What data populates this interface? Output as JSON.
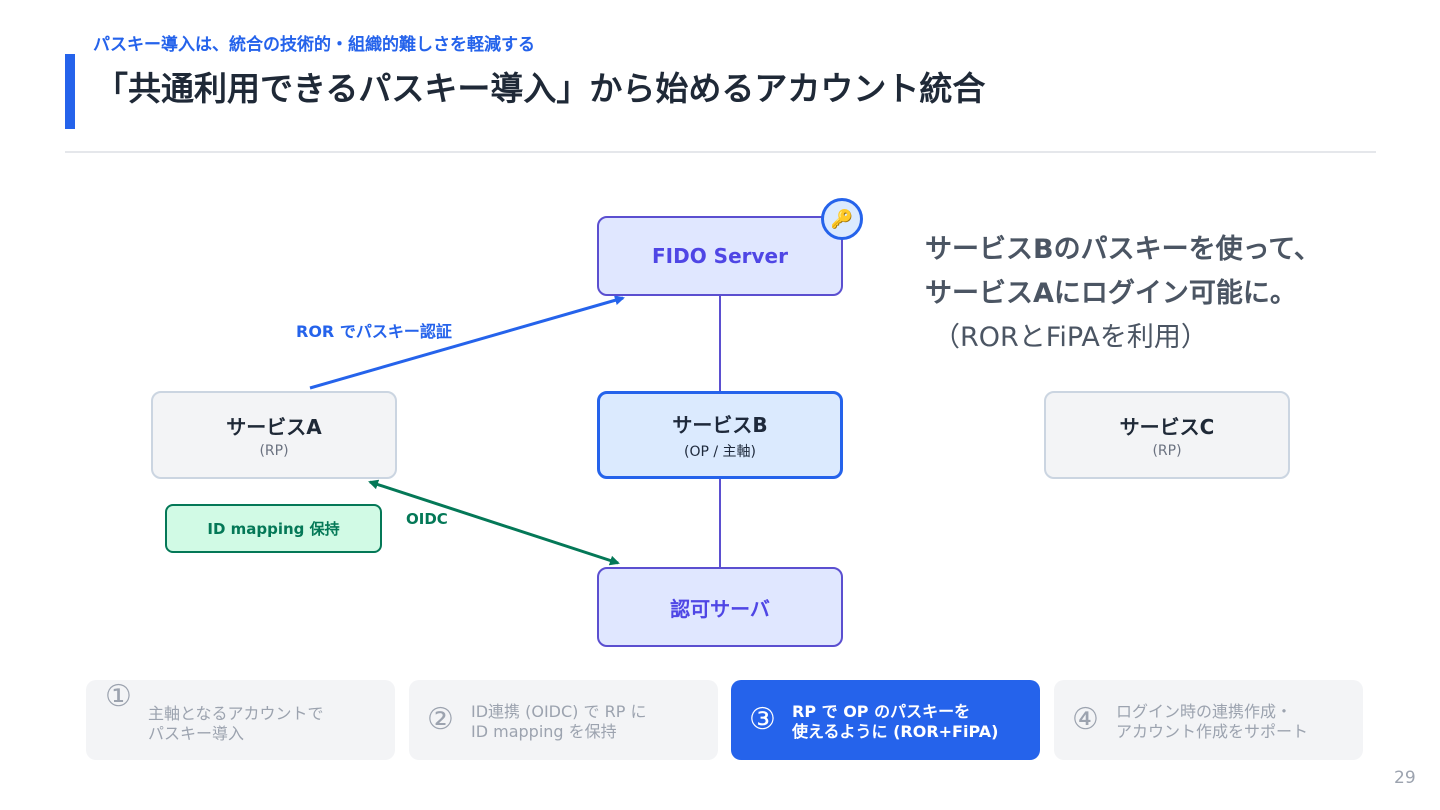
{
  "header": {
    "subtitle": "パスキー導入は、統合の技術的・組織的難しさを軽減する",
    "title": "「共通利用できるパスキー導入」から始めるアカウント統合"
  },
  "diagram": {
    "nodes": {
      "fido_server": {
        "label": "FIDO Server"
      },
      "service_a": {
        "label": "サービスA",
        "role": "(RP)"
      },
      "service_b": {
        "label": "サービスB",
        "role": "(OP / 主軸)"
      },
      "service_c": {
        "label": "サービスC",
        "role": "(RP)"
      },
      "authz_server": {
        "label": "認可サーバ"
      },
      "id_mapping": {
        "label": "ID mapping 保持"
      }
    },
    "edges": {
      "ror_label": "ROR でパスキー認証",
      "oidc_label": "OIDC"
    },
    "key_icon": "key-icon",
    "colors": {
      "accent": "#2563eb",
      "purple": "#5b4fd0",
      "green": "#047857"
    }
  },
  "callout": {
    "line1": "サービスBのパスキーを使って、",
    "line2": "サービスAにログイン可能に。",
    "line3": "（RORとFiPAを利用）"
  },
  "steps": [
    {
      "number": "①",
      "line1": "主軸となるアカウントで",
      "line2": "パスキー導入",
      "active": false
    },
    {
      "number": "②",
      "line1": "ID連携 (OIDC) で RP に",
      "line2": "ID mapping を保持",
      "active": false
    },
    {
      "number": "③",
      "line1": "RP で OP のパスキーを",
      "line2": "使えるように (ROR+FiPA)",
      "active": true
    },
    {
      "number": "④",
      "line1": "ログイン時の連携作成・",
      "line2": "アカウント作成をサポート",
      "active": false
    }
  ],
  "page_number": "29"
}
